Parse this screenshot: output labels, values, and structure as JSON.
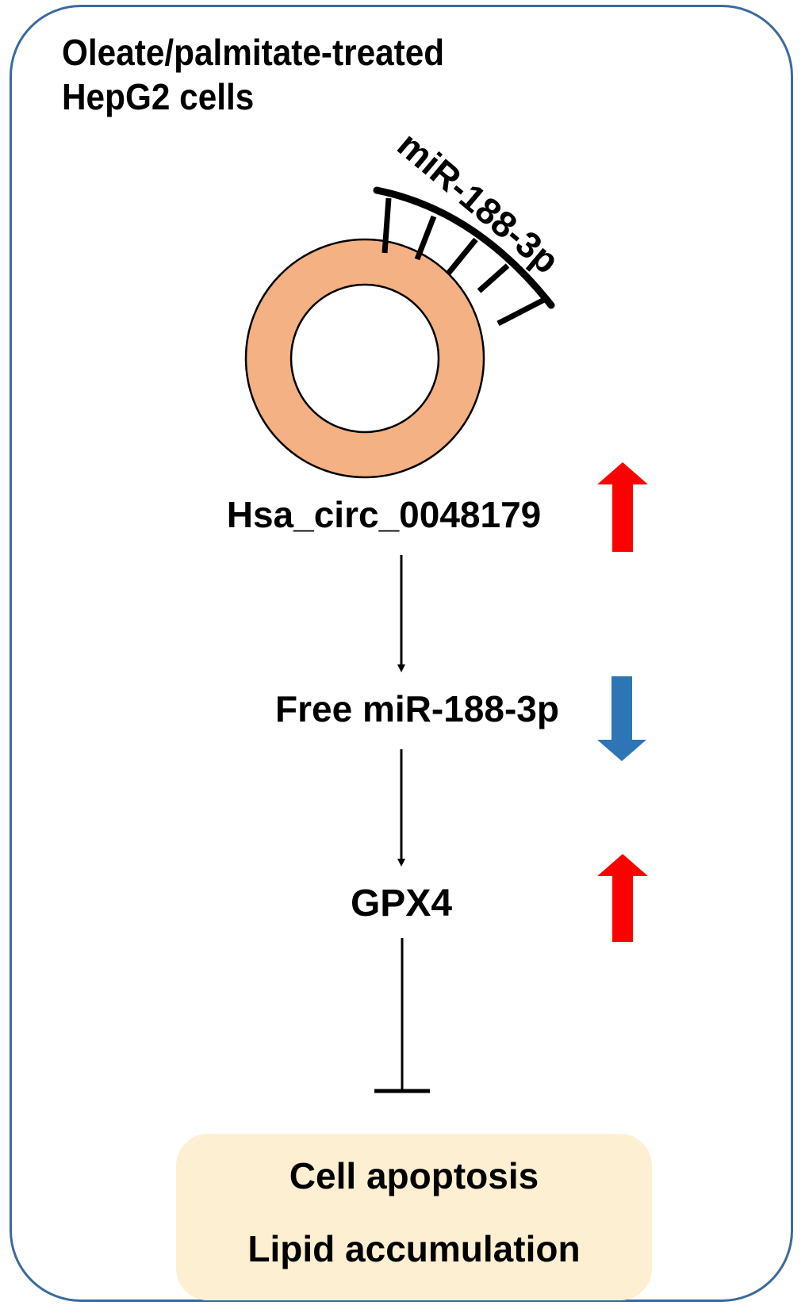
{
  "title": {
    "line1": "Oleate/palmitate-treated",
    "line2": "HepG2 cells"
  },
  "circ_diagram": {
    "mirna_label": "miR-188-3p",
    "ring_color": "#f4b183"
  },
  "nodes": [
    {
      "label": "Hsa_circ_0048179",
      "trend": "up",
      "trend_color": "#ff0000"
    },
    {
      "label": "Free miR-188-3p",
      "trend": "down",
      "trend_color": "#2e75b6"
    },
    {
      "label": "GPX4",
      "trend": "up",
      "trend_color": "#ff0000"
    }
  ],
  "edges": [
    {
      "from": "Hsa_circ_0048179",
      "to": "Free miR-188-3p",
      "type": "activation"
    },
    {
      "from": "Free miR-188-3p",
      "to": "GPX4",
      "type": "activation"
    },
    {
      "from": "GPX4",
      "to": "outcome",
      "type": "inhibition"
    }
  ],
  "outcome": {
    "lines": [
      "Cell apoptosis",
      "Lipid accumulation"
    ],
    "fill_color": "#fdf0d2"
  },
  "frame_color": "#3a6a9e"
}
